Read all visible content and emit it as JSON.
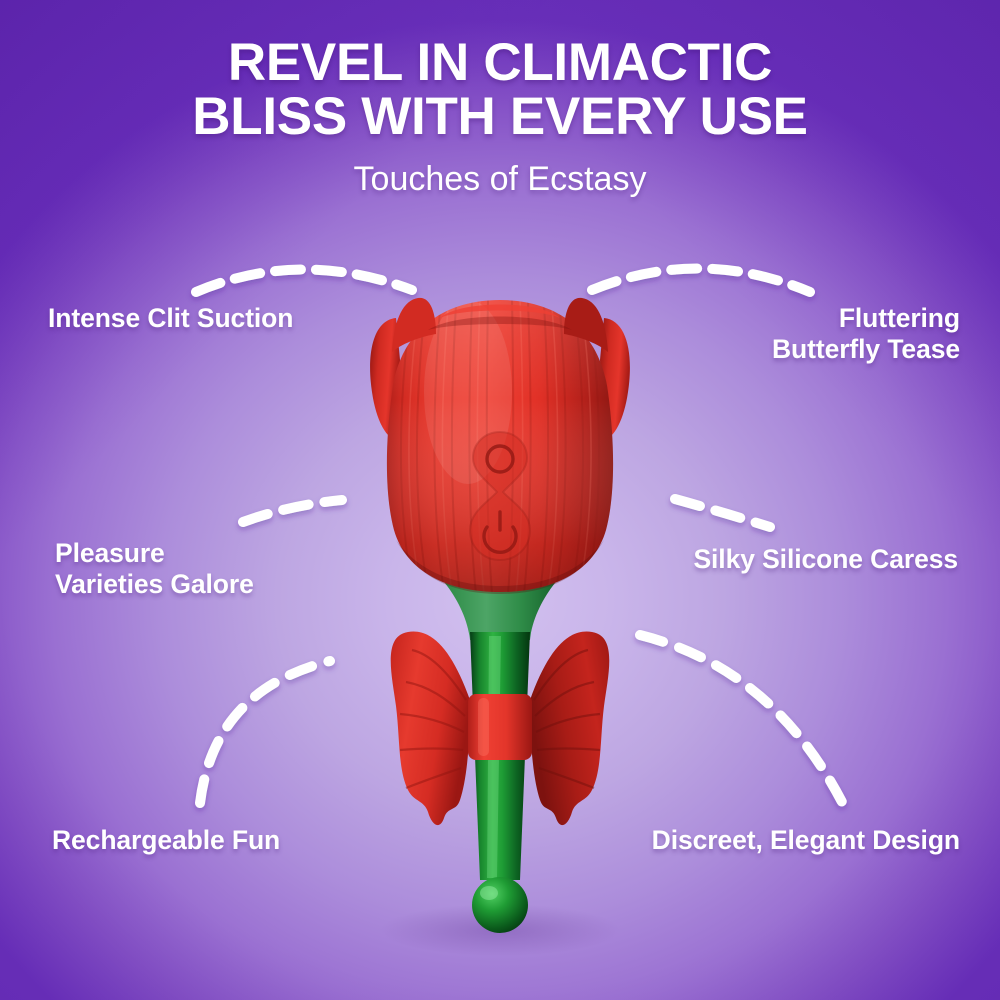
{
  "headline": {
    "line1": "REVEL IN CLIMACTIC",
    "line2": "BLISS WITH EVERY USE",
    "subtitle": "Touches of Ecstasy"
  },
  "features": {
    "suction": "Intense Clit Suction",
    "butterfly_line1": "Fluttering",
    "butterfly_line2": "Butterfly Tease",
    "pleasure_line1": "Pleasure",
    "pleasure_line2": "Varieties Galore",
    "silicone": "Silky Silicone Caress",
    "rechargeable": "Rechargeable Fun",
    "discreet": "Discreet, Elegant Design"
  },
  "colors": {
    "background_center": "#c9b3e8",
    "background_edge": "#6427b5",
    "text": "#ffffff",
    "rose_red": "#e23127",
    "rose_red_dark": "#a81a17",
    "stem_green": "#1f8b33",
    "stem_green_dark": "#0c5c22"
  },
  "product": {
    "name": "rose-butterfly-wand",
    "parts": [
      "rose-head",
      "control-buttons",
      "green-calyx",
      "stem",
      "butterfly-attachment",
      "rounded-tip"
    ],
    "button_top_icon": "circle-icon",
    "button_bottom_icon": "power-icon"
  }
}
